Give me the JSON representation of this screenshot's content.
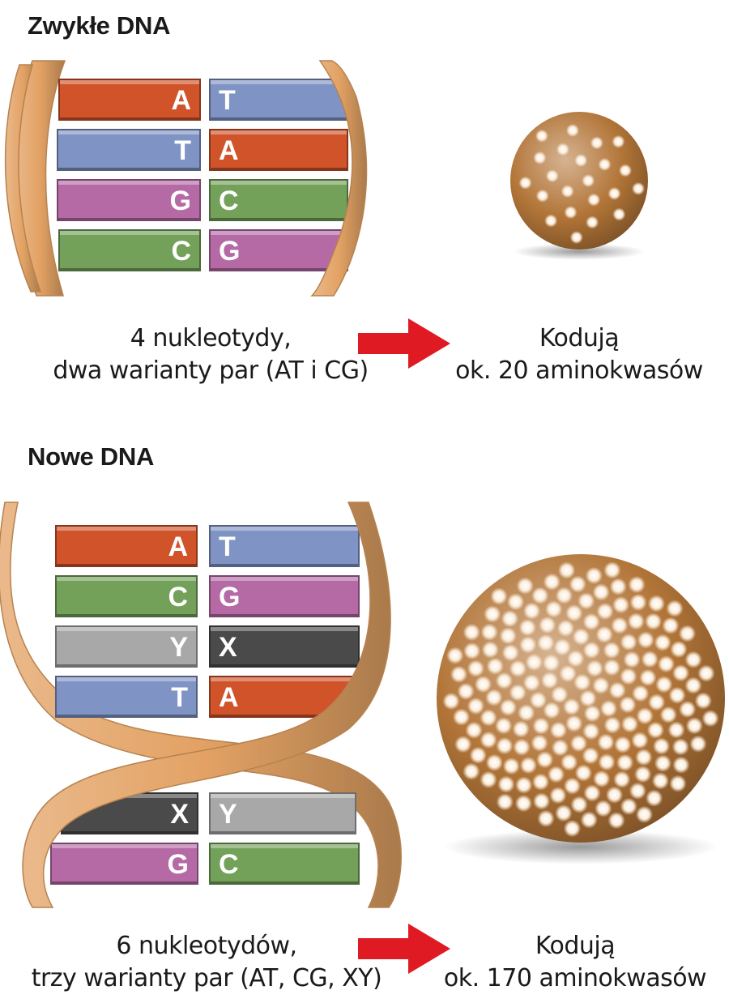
{
  "section1": {
    "title": "Zwykłe DNA",
    "pairs": [
      {
        "left": "A",
        "right": "T"
      },
      {
        "left": "T",
        "right": "A"
      },
      {
        "left": "G",
        "right": "C"
      },
      {
        "left": "C",
        "right": "G"
      }
    ],
    "caption_line1": "4 nukleotydy,",
    "caption_line2": "dwa warianty par (AT i CG)",
    "result_line1": "Kodują",
    "result_line2": "ok. 20 aminokwasów",
    "dots": 22
  },
  "section2": {
    "title": "Nowe DNA",
    "pairs": [
      {
        "left": "A",
        "right": "T"
      },
      {
        "left": "C",
        "right": "G"
      },
      {
        "left": "Y",
        "right": "X"
      },
      {
        "left": "T",
        "right": "A"
      },
      {
        "left": "X",
        "right": "Y"
      },
      {
        "left": "G",
        "right": "C"
      }
    ],
    "caption_line1": "6 nukleotydów,",
    "caption_line2": "trzy warianty par (AT, CG, XY)",
    "result_line1": "Kodują",
    "result_line2": "ok. 170 aminokwasów",
    "dots": 170
  },
  "colors": {
    "A": "#d0532a",
    "T": "#7f93c5",
    "G": "#b56aa6",
    "C": "#74a15a",
    "X": "#4a4a4a",
    "Y": "#a8a8a8",
    "strand": "#e3a264",
    "arrow": "#e01a22",
    "sphere": "#b27538"
  }
}
